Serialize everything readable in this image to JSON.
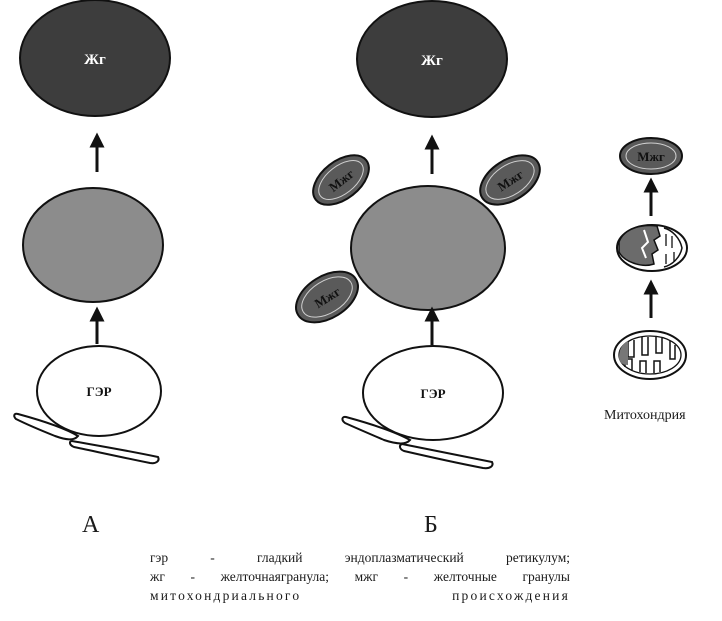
{
  "labels": {
    "zhg": "Жг",
    "mzhg": "Мжг",
    "ger": "ГЭР"
  },
  "panels": {
    "a": "А",
    "b": "Б"
  },
  "mitochondria_label": "Митохондрия",
  "legend": {
    "line1": "гэр - гладкий эндоплазматический ретикулум;",
    "line2": "жг - желточнаягранула; мжг - желточные гранулы",
    "line3": "митохондриального происхождения"
  },
  "colors": {
    "yolk_granule": "#3d3d3d",
    "intermediate": "#8c8c8c",
    "mito_granule": "#5a5a5a",
    "outline": "#111111"
  }
}
